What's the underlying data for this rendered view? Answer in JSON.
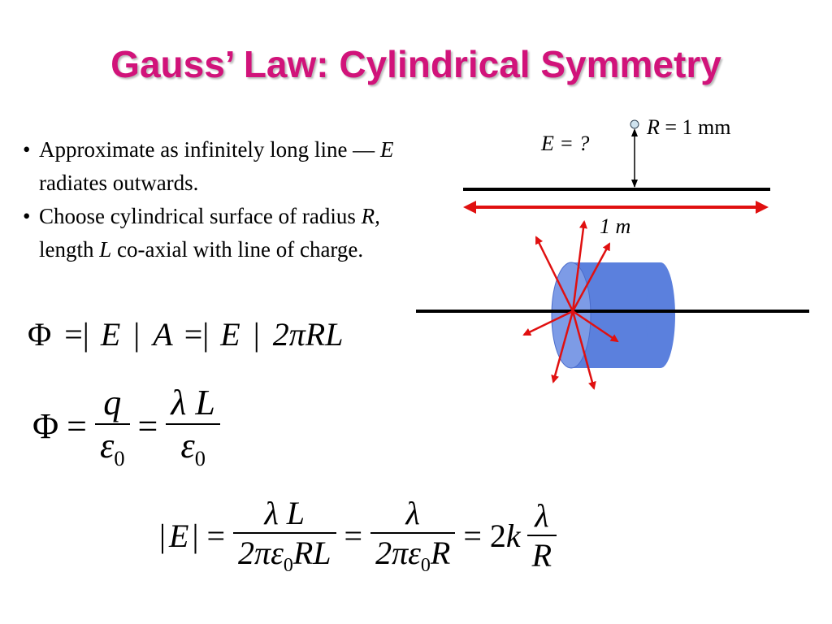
{
  "title": "Gauss’ Law: Cylindrical Symmetry",
  "bullets": [
    {
      "bullet": "•",
      "pre": "Approximate as infinitely long line — ",
      "italic": "E",
      "post": " radiates outwards."
    },
    {
      "bullet": "•",
      "pre": "Choose cylindrical surface of radius ",
      "italic": "R,",
      "mid": " length ",
      "italic2": "L",
      "post": " co-axial with line of charge."
    }
  ],
  "diagram": {
    "e_label": "E = ?",
    "r_italic": "R",
    "r_value": " = 1 mm",
    "length_label": "1 m",
    "colors": {
      "rod": "#000000",
      "arrows": "#e01010",
      "cylinder": "#5b80dd"
    }
  },
  "eq1": {
    "phi": "Φ",
    "eq_a": "=|",
    "e": "E",
    "bar": "|",
    "a": "A",
    "eq_b": "=|",
    "e2": "E",
    "bar2": "|",
    "rhs": "2πRL"
  },
  "eq2": {
    "phi": "Φ",
    "eq": "=",
    "num1": "q",
    "den1": "ε",
    "den1_sub": "0",
    "eq2": "=",
    "num2": "λ L",
    "den2": "ε",
    "den2_sub": "0"
  },
  "eq3": {
    "lhs_bar_l": "|",
    "lhs": "E",
    "lhs_bar_r": "|",
    "eq1": "=",
    "num1": "λ L",
    "den1_a": "2πε",
    "den1_sub": "0",
    "den1_b": "RL",
    "eq2": "=",
    "num2": "λ",
    "den2_a": "2πε",
    "den2_sub": "0",
    "den2_b": "R",
    "eq3": "=",
    "coef": "2",
    "k": "k",
    "num3": "λ",
    "den3": "R"
  }
}
